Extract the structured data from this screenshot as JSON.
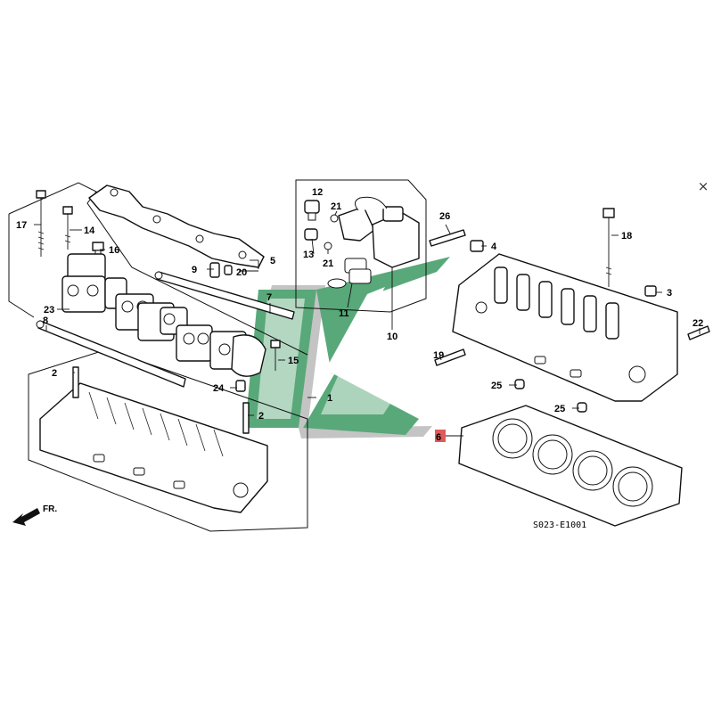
{
  "close_label": "×",
  "watermark": {
    "colors": {
      "green": "#3d9a62",
      "grey": "#8a8a8a"
    }
  },
  "callouts": [
    "1",
    "2",
    "2",
    "3",
    "4",
    "5",
    "6",
    "7",
    "8",
    "9",
    "10",
    "11",
    "12",
    "13",
    "14",
    "15",
    "16",
    "17",
    "18",
    "19",
    "20",
    "21",
    "21",
    "22",
    "23",
    "24",
    "25",
    "25",
    "26"
  ],
  "front_label": "FR.",
  "diagram_code": "S023-E1001",
  "highlight_color": "#e05a5a"
}
